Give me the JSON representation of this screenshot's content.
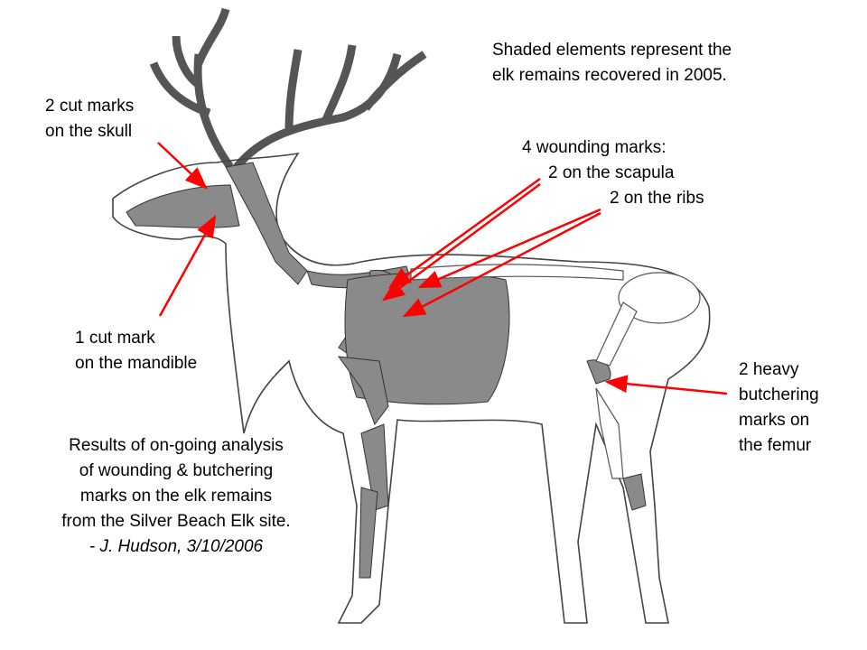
{
  "legend": {
    "line1": "Shaded elements represent the",
    "line2": "elk remains recovered in 2005."
  },
  "skull": {
    "line1": "2 cut marks",
    "line2": "on the skull"
  },
  "wounding": {
    "line1": "4 wounding marks:",
    "line2": "2 on the scapula",
    "line3": "2 on the ribs"
  },
  "mandible": {
    "line1": "1 cut mark",
    "line2": "on the mandible"
  },
  "femur": {
    "line1": "2 heavy",
    "line2": "butchering",
    "line3": "marks on",
    "line4": "the femur"
  },
  "caption": {
    "line1": "Results of on-going analysis",
    "line2": "of wounding & butchering",
    "line3": "marks on the elk remains",
    "line4": "from the Silver Beach Elk site.",
    "line5": "- J. Hudson, 3/10/2006"
  },
  "colors": {
    "arrow": "#ff0000",
    "bone": "#8a8a8a",
    "outline": "#333333"
  }
}
